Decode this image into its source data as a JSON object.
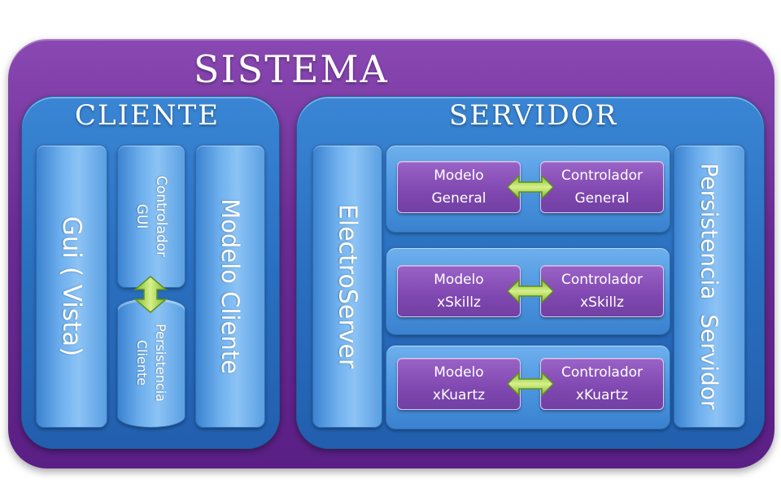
{
  "sistema": {
    "title": "SISTEMA"
  },
  "cliente": {
    "title": "CLIENTE",
    "gui": "Gui ( Vista)",
    "controlador_gui": [
      "Controlador",
      "GUI"
    ],
    "persistencia_cliente": [
      "Persistencia",
      "Cliente"
    ],
    "modelo_cliente": "Modelo Cliente"
  },
  "servidor": {
    "title": "SERVIDOR",
    "electroserver": "ElectroServer",
    "persistencia_servidor": "Persistencia  Servidor",
    "modules": [
      {
        "modelo": [
          "Modelo",
          "General"
        ],
        "controlador": [
          "Controlador",
          "General"
        ]
      },
      {
        "modelo": [
          "Modelo",
          "xSkillz"
        ],
        "controlador": [
          "Controlador",
          "xSkillz"
        ]
      },
      {
        "modelo": [
          "Modelo",
          "xKuartz"
        ],
        "controlador": [
          "Controlador",
          "xKuartz"
        ]
      }
    ]
  },
  "colors": {
    "sistema": "#6a2c94",
    "panel": "#2a6fbf",
    "column": "#6fb0ee",
    "module": "#7f47b0",
    "arrow": "#a8d84a"
  }
}
